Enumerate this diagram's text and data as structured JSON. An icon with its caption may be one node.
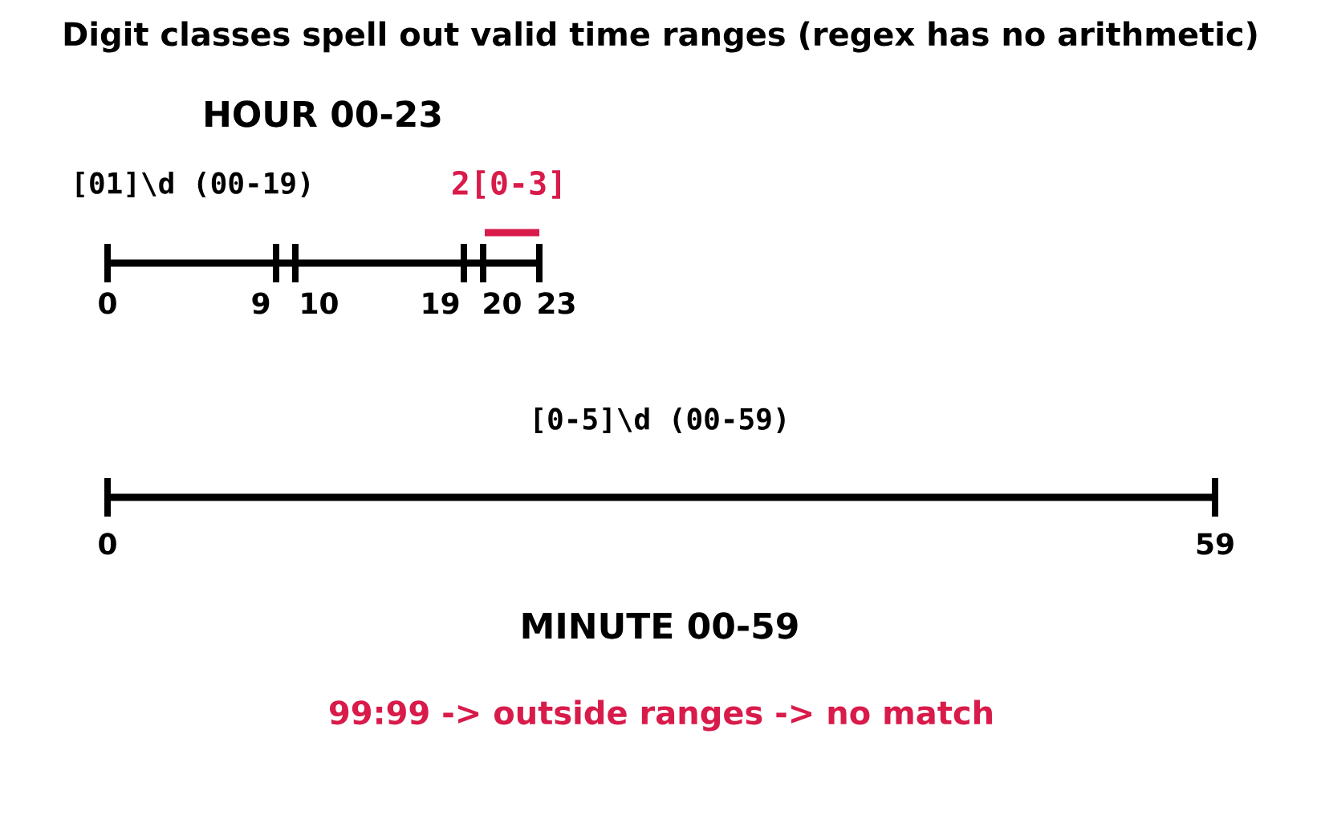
{
  "diagram": {
    "title": "Digit classes spell out valid time ranges (regex has no arithmetic)",
    "labels": [
      "HOUR  00-23",
      "[01]\\d  (00-19)",
      "2[0-3]",
      "0",
      "9",
      "10",
      "19",
      "20",
      "23",
      "[0-5]\\d  (00-59)",
      "0",
      "59",
      "MINUTE  00-59",
      "99:99  ->  outside ranges  ->  no match"
    ]
  }
}
